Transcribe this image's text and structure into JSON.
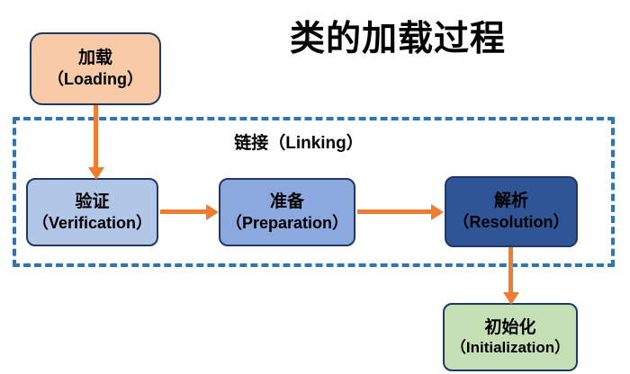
{
  "diagram": {
    "title": "类的加载过程",
    "group": {
      "label": "链接（Linking）",
      "border_color": "#2E75B6",
      "border_style": "dashed"
    },
    "accent_color": "#ED7D31",
    "node_border_color": "#1F3864",
    "nodes": [
      {
        "id": "loading",
        "cn": "加载",
        "en": "（Loading）",
        "fill": "#F7CBA8"
      },
      {
        "id": "verification",
        "cn": "验证",
        "en": "（Verification）",
        "fill": "#B2C6E8"
      },
      {
        "id": "preparation",
        "cn": "准备",
        "en": "（Preparation）",
        "fill": "#8CA9DF"
      },
      {
        "id": "resolution",
        "cn": "解析",
        "en": "（Resolution）",
        "fill": "#2F5597"
      },
      {
        "id": "initialization",
        "cn": "初始化",
        "en": "（Initialization）",
        "fill": "#C5E0B4"
      }
    ],
    "edges": [
      {
        "id": "loading-to-verification",
        "from": "loading",
        "to": "verification",
        "direction": "down"
      },
      {
        "id": "verification-to-preparation",
        "from": "verification",
        "to": "preparation",
        "direction": "right"
      },
      {
        "id": "preparation-to-resolution",
        "from": "preparation",
        "to": "resolution",
        "direction": "right"
      },
      {
        "id": "resolution-to-initialization",
        "from": "resolution",
        "to": "initialization",
        "direction": "down"
      }
    ]
  }
}
